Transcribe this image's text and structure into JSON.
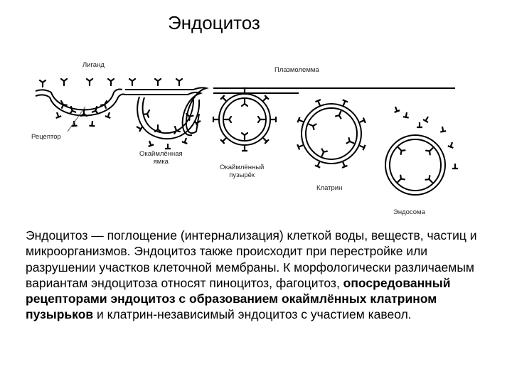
{
  "title": "Эндоцитоз",
  "diagram": {
    "labels": {
      "ligand": "Лиганд",
      "plasmalemma": "Плазмолемма",
      "receptor": "Рецептор",
      "coated_pit": [
        "Окаймлённая",
        "ямка"
      ],
      "coated_vesicle": [
        "Окаймлённый",
        "пузырёк"
      ],
      "clathrin": "Клатрин",
      "endosome": "Эндосома"
    }
  },
  "description": {
    "part1": "Эндоцитоз — поглощение (интернализация) клеткой воды, веществ, частиц и микроорганизмов. Эндоцитоз также происходит при перестройке или разрушении участков клеточной мембраны. К морфологически различаемым вариантам эндоцитоза относят пиноцитоз, фагоцитоз, ",
    "bold": "опосредованный рецепторами эндоцитоз с образованием окаймлённых клатрином пузырьков",
    "part2": " и клатрин-независимый эндоцитоз с участием кавеол."
  }
}
